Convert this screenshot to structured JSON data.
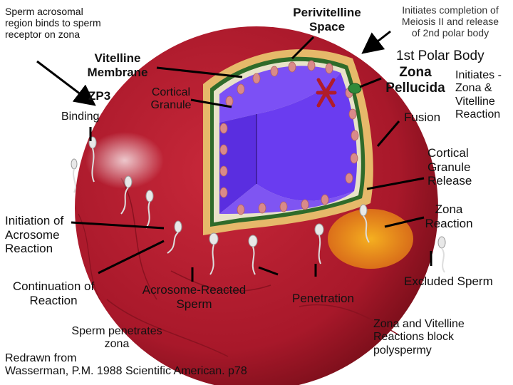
{
  "labels": {
    "sperm_binds": "Sperm acrosomal\nregion binds to sperm\nreceptor on zona",
    "perivitelline": "Perivitelline\nSpace",
    "meiosis": "Initiates completion of\nMeiosis II and release\nof 2nd polar body",
    "vitelline_membrane": "Vitelline\nMembrane",
    "zp3": "ZP3",
    "binding": "Binding",
    "cortical_granule": "Cortical\nGranule",
    "first_polar_body": "1st Polar Body",
    "zona_pellucida": "Zona\nPellucida",
    "initiates_zona": "Initiates -\nZona &\nVitelline\nReaction",
    "fusion": "Fusion",
    "cortical_release": "Cortical\nGranule\nRelease",
    "zona_reaction": "Zona\nReaction",
    "initiation_acrosome": "Initiation of\nAcrosome\nReaction",
    "continuation": "Continuation of\nReaction",
    "acrosome_reacted": "Acrosome-Reacted\nSperm",
    "penetration": "Penetration",
    "excluded_sperm": "Excluded Sperm",
    "penetrates_zona": "Sperm penetrates\nzona",
    "zona_vitelline_block": "Zona and Vitelline\nReactions block\npolyspermy",
    "citation": "Redrawn from\nWasserman, P.M. 1988 Scientific American. p78"
  },
  "colors": {
    "egg_red": "#b01c2a",
    "egg_dark": "#7a0f1a",
    "zona_tan": "#e6b96a",
    "vitelline_green": "#2f6b2a",
    "cytoplasm_purple": "#6a3cf0",
    "granule_pink": "#d98a8a",
    "zona_reaction_orange": "#f0a020"
  }
}
